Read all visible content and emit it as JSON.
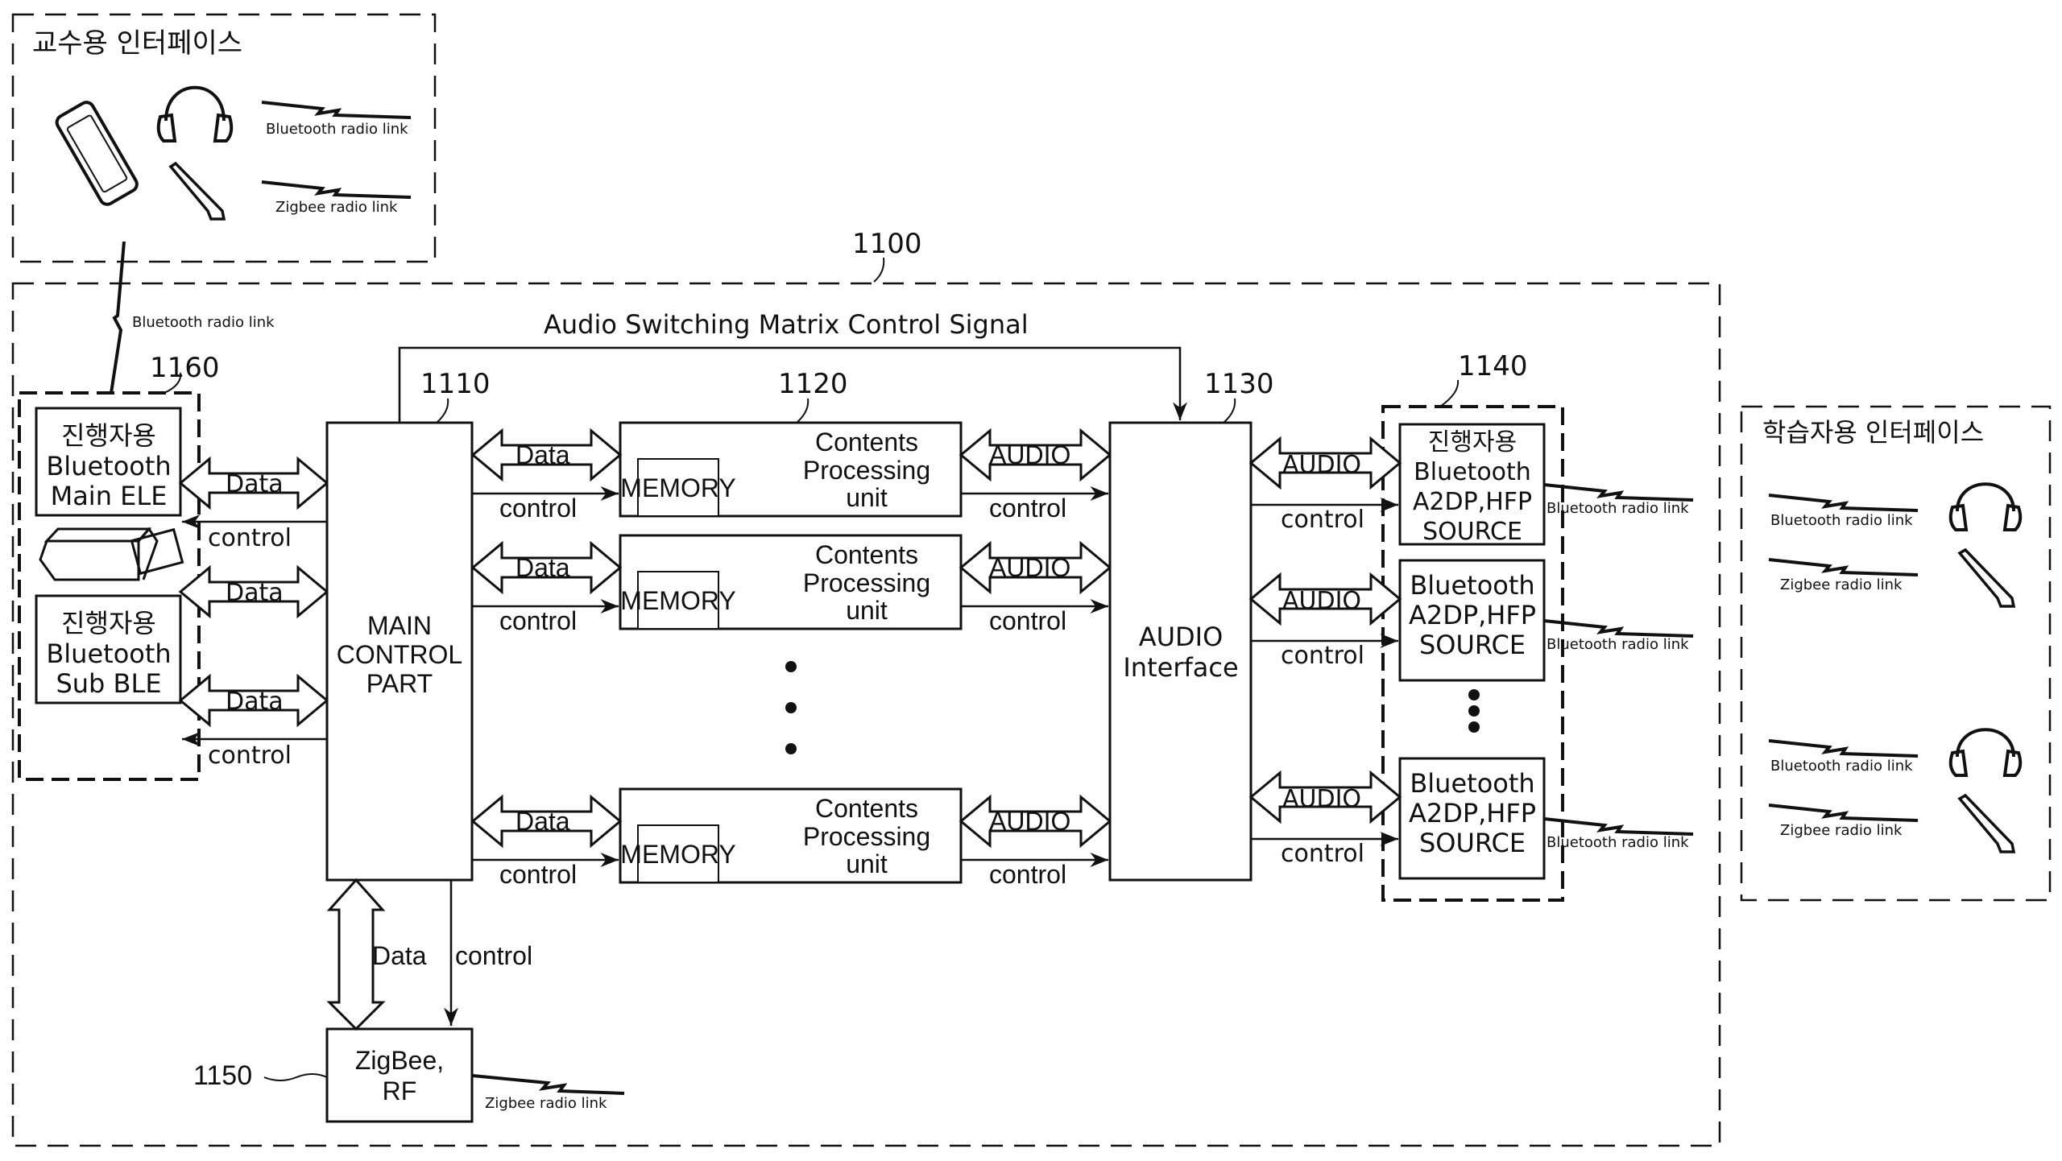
{
  "teacher_interface": {
    "title": "교수용 인터페이스",
    "links": [
      "Bluetooth radio link",
      "Zigbee radio link"
    ],
    "uplink_label": "Bluetooth radio link"
  },
  "system": {
    "ref": "1100",
    "matrix_signal_label": "Audio Switching Matrix Control Signal"
  },
  "bt_group": {
    "ref": "1160",
    "main": [
      "진행자용",
      "Bluetooth",
      "Main ELE"
    ],
    "sub": [
      "진행자용",
      "Bluetooth",
      "Sub BLE"
    ],
    "data_label": "Data",
    "control_label": "control"
  },
  "main_control": {
    "ref": "1110",
    "lines": [
      "MAIN",
      "CONTROL",
      "PART"
    ]
  },
  "contents_units": {
    "ref": "1120",
    "memory_label": "MEMORY",
    "unit_lines": [
      "Contents",
      "Processing",
      "unit"
    ],
    "data_label": "Data",
    "audio_label": "AUDIO",
    "control_label": "control",
    "count_shown": 3,
    "ellipsis": "•••"
  },
  "audio_interface": {
    "ref": "1130",
    "lines": [
      "AUDIO",
      "Interface"
    ]
  },
  "source_group": {
    "ref": "1140",
    "first": [
      "진행자용",
      "Bluetooth",
      "A2DP,HFP",
      "SOURCE"
    ],
    "other": [
      "Bluetooth",
      "A2DP,HFP",
      "SOURCE"
    ],
    "audio_label": "AUDIO",
    "control_label": "control",
    "link_label": "Bluetooth radio link"
  },
  "zigbee": {
    "ref": "1150",
    "lines": [
      "ZigBee,",
      "RF"
    ],
    "data_label": "Data",
    "control_label": "control",
    "link_label": "Zigbee radio link"
  },
  "student_interface": {
    "title": "학습자용 인터페이스",
    "links": [
      "Bluetooth radio link",
      "Zigbee radio link",
      "Bluetooth radio link",
      "Zigbee radio link"
    ]
  }
}
